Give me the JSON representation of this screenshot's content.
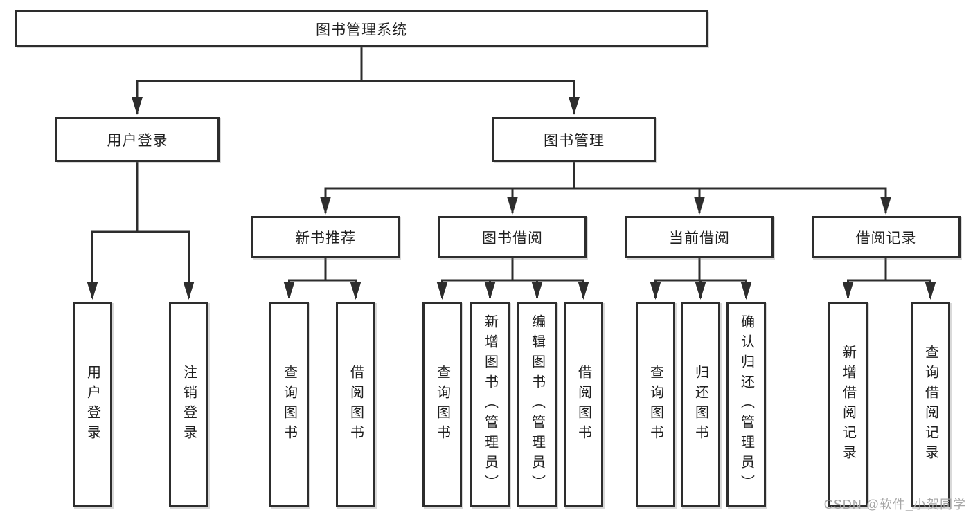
{
  "diagram": {
    "root": {
      "label": "图书管理系统"
    },
    "level2": {
      "user_login": {
        "label": "用户登录"
      },
      "book_mgmt": {
        "label": "图书管理"
      }
    },
    "level3": {
      "new_books": {
        "label": "新书推荐"
      },
      "book_borrow": {
        "label": "图书借阅"
      },
      "current_borrow": {
        "label": "当前借阅"
      },
      "borrow_records": {
        "label": "借阅记录"
      }
    },
    "leaves": {
      "user_login": [
        "用户登录",
        "注销登录"
      ],
      "new_books": [
        "查询图书",
        "借阅图书"
      ],
      "book_borrow": [
        "查询图书",
        "新增图书（管理员）",
        "编辑图书（管理员）",
        "借阅图书"
      ],
      "current_borrow": [
        "查询图书",
        "归还图书",
        "确认归还（管理员）"
      ],
      "borrow_records": [
        "新增借阅记录",
        "查询借阅记录"
      ]
    },
    "watermark": "CSDN @软件_小贺同学",
    "colors": {
      "line": "#2d2d2d",
      "border": "#2d2d2d",
      "text": "#1f1f1f",
      "watermark": "#a6a6a6",
      "background": "#ffffff"
    }
  }
}
